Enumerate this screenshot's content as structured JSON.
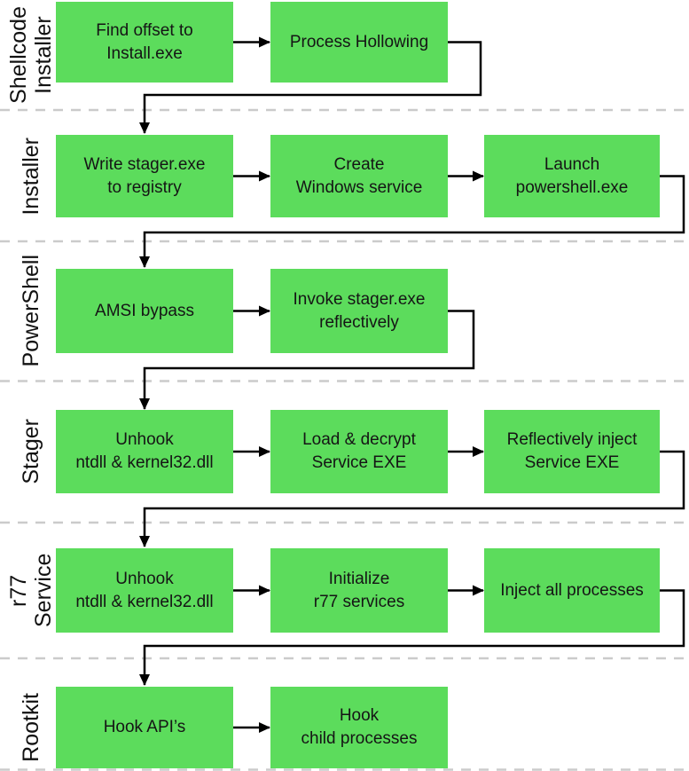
{
  "diagram": {
    "type": "swimlane-flowchart",
    "colors": {
      "box_fill": "#5CDC5C",
      "box_text": "#151515",
      "arrow": "#000000",
      "lane_separator": "#CBCBCB",
      "background": "#FFFFFF"
    },
    "lanes": [
      {
        "label": "Shellcode\nInstaller",
        "boxes": [
          {
            "label": "Find offset to\nInstall.exe"
          },
          {
            "label": "Process Hollowing"
          }
        ]
      },
      {
        "label": "Installer",
        "boxes": [
          {
            "label": "Write stager.exe\nto registry"
          },
          {
            "label": "Create\nWindows service"
          },
          {
            "label": "Launch\npowershell.exe"
          }
        ]
      },
      {
        "label": "PowerShell",
        "boxes": [
          {
            "label": "AMSI bypass"
          },
          {
            "label": "Invoke stager.exe\nreflectively"
          }
        ]
      },
      {
        "label": "Stager",
        "boxes": [
          {
            "label": "Unhook\nntdll & kernel32.dll"
          },
          {
            "label": "Load & decrypt\nService EXE"
          },
          {
            "label": "Reflectively inject\nService EXE"
          }
        ]
      },
      {
        "label": "r77 Service",
        "boxes": [
          {
            "label": "Unhook\nntdll & kernel32.dll"
          },
          {
            "label": "Initialize\nr77 services"
          },
          {
            "label": "Inject all processes"
          }
        ]
      },
      {
        "label": "Rootkit",
        "boxes": [
          {
            "label": "Hook API’s"
          },
          {
            "label": "Hook\nchild processes"
          }
        ]
      }
    ]
  }
}
